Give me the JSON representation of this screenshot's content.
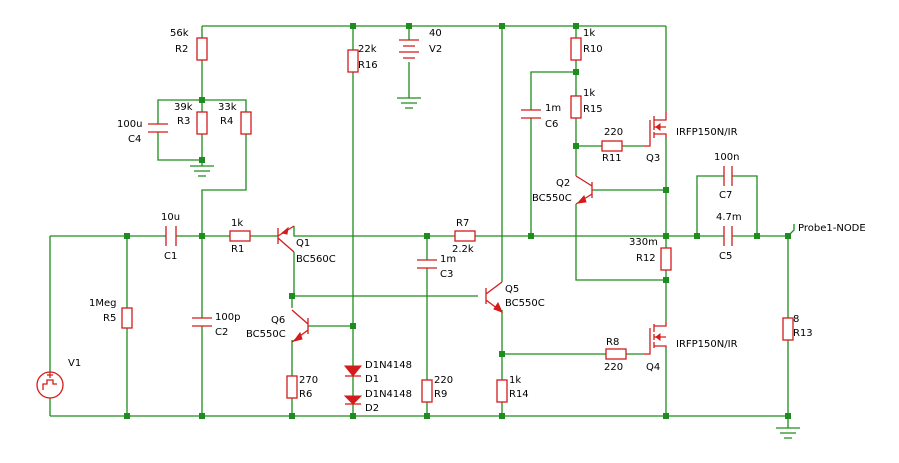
{
  "components": {
    "R1": {
      "ref": "R1",
      "value": "1k"
    },
    "R2": {
      "ref": "R2",
      "value": "56k"
    },
    "R3": {
      "ref": "R3",
      "value": "39k"
    },
    "R4": {
      "ref": "R4",
      "value": "33k"
    },
    "R5": {
      "ref": "R5",
      "value": "1Meg"
    },
    "R6": {
      "ref": "R6",
      "value": "270"
    },
    "R7": {
      "ref": "R7",
      "value": "2.2k"
    },
    "R8": {
      "ref": "R8",
      "value": "220"
    },
    "R9": {
      "ref": "R9",
      "value": "220"
    },
    "R10": {
      "ref": "R10",
      "value": "1k"
    },
    "R11": {
      "ref": "R11",
      "value": "220"
    },
    "R12": {
      "ref": "R12",
      "value": "330m"
    },
    "R13": {
      "ref": "R13",
      "value": "8"
    },
    "R14": {
      "ref": "R14",
      "value": "1k"
    },
    "R15": {
      "ref": "R15",
      "value": "1k"
    },
    "R16": {
      "ref": "R16",
      "value": "22k"
    },
    "C1": {
      "ref": "C1",
      "value": "10u"
    },
    "C2": {
      "ref": "C2",
      "value": "100p"
    },
    "C3": {
      "ref": "C3",
      "value": "1m"
    },
    "C4": {
      "ref": "C4",
      "value": "100u"
    },
    "C5": {
      "ref": "C5",
      "value": "4.7m"
    },
    "C6": {
      "ref": "C6",
      "value": "1m"
    },
    "C7": {
      "ref": "C7",
      "value": "100n"
    },
    "D1": {
      "ref": "D1",
      "value": "D1N4148"
    },
    "D2": {
      "ref": "D2",
      "value": "D1N4148"
    },
    "Q1": {
      "ref": "Q1",
      "value": "BC560C"
    },
    "Q2": {
      "ref": "Q2",
      "value": "BC550C"
    },
    "Q3": {
      "ref": "Q3",
      "value": "IRFP150N/IR"
    },
    "Q4": {
      "ref": "Q4",
      "value": "IRFP150N/IR"
    },
    "Q5": {
      "ref": "Q5",
      "value": "BC550C"
    },
    "Q6": {
      "ref": "Q6",
      "value": "BC550C"
    },
    "V1": {
      "ref": "V1"
    },
    "V2": {
      "ref": "V2",
      "value": "40"
    }
  },
  "probe": {
    "label": "Probe1-NODE"
  },
  "colors": {
    "wire": "#1e8c1e",
    "component": "#d41b1b",
    "text": "#000000",
    "background": "#ffffff"
  }
}
